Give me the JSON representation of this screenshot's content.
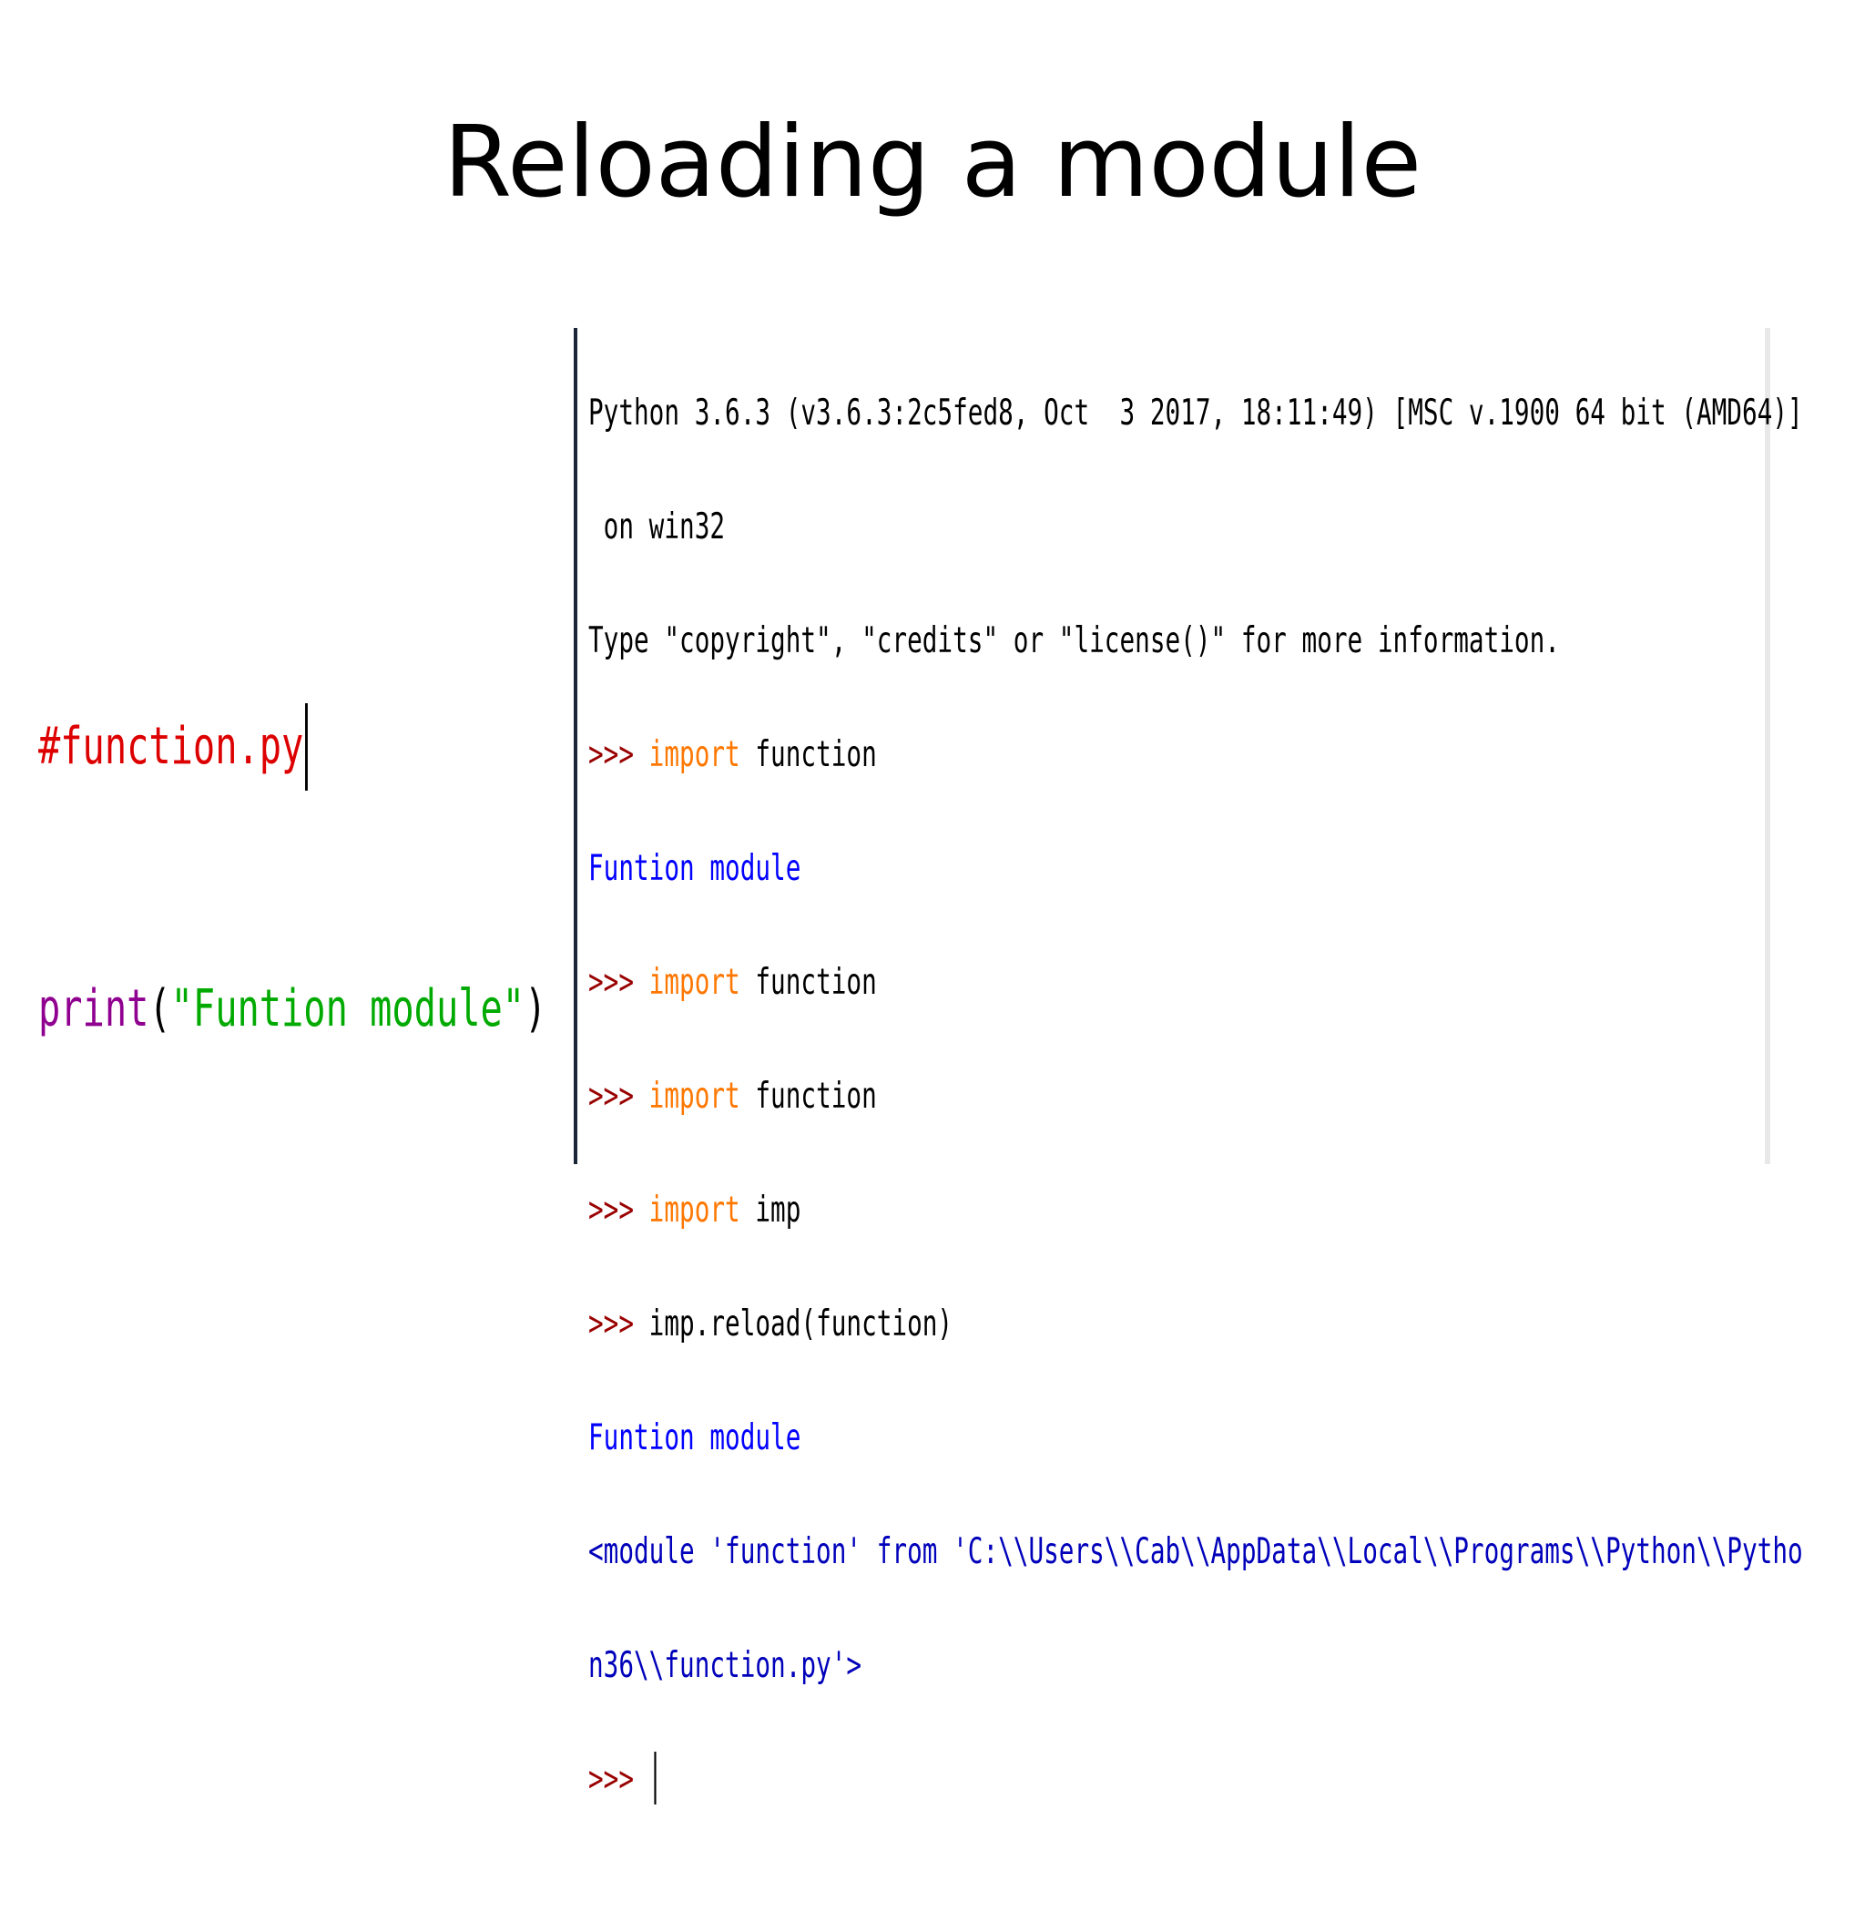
{
  "slide": {
    "title": "Reloading a module"
  },
  "editor": {
    "comment_line": "#function.py",
    "print_fn": "print",
    "open_paren": "(",
    "string_literal": "\"Funtion module\"",
    "close_paren": ")"
  },
  "shell": {
    "banner_line1": "Python 3.6.3 (v3.6.3:2c5fed8, Oct  3 2017, 18:11:49) [MSC v.1900 64 bit (AMD64)]",
    "banner_line2": " on win32",
    "banner_line3": "Type \"copyright\", \"credits\" or \"license()\" for more information.",
    "prompt": ">>> ",
    "keyword_import": "import",
    "cmd1_arg": " function",
    "output1": "Funtion module",
    "cmd2_arg": " function",
    "cmd3_arg": " function",
    "cmd4_arg": " imp",
    "cmd5": "imp.reload(function)",
    "output2": "Funtion module",
    "result_line1": "<module 'function' from 'C:\\\\Users\\\\Cab\\\\AppData\\\\Local\\\\Programs\\\\Python\\\\Pytho",
    "result_line2": "n36\\\\function.py'>"
  }
}
